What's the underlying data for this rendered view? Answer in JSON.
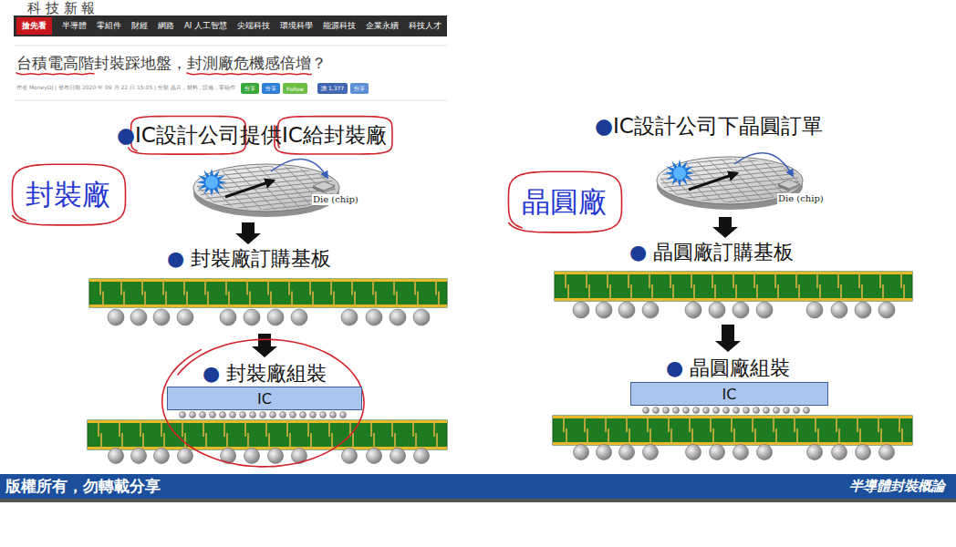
{
  "diagram": {
    "nodes": [
      {
        "text": [
          "半導體",
          "零組件",
          "財經",
          "網路",
          "AI 人工智慧",
          "尖端科技",
          "環境科學",
          "能源科技",
          "企業永續",
          "科技人才"
        ]
      },
      {
        "text": [
          "搶先看"
        ],
        "in": 0
      },
      {
        "text": [
          "分享"
        ]
      },
      {
        "text": [
          "分享"
        ]
      },
      {
        "text": [
          "Follow"
        ]
      },
      {
        "text": [
          "讚 1,377"
        ]
      },
      {
        "text": [
          "分享"
        ]
      },
      {
        "text": [
          "IC"
        ]
      },
      {
        "text": [
          "IC"
        ]
      },
      {
        "text": [
          "版權所有，勿轉載分享",
          "半導體封裝概論"
        ]
      }
    ],
    "labels": [
      "科 技 新 報",
      "台積電高階封裝踩地盤，封測廠危機感倍增？",
      "作者 MoneyDJ | 發布日期 2020 年 09 月 22 日 15:05 | 分類 晶片 , 材料 , 設備 , 零組件",
      "●IC設計公司提供IC給封裝廠",
      "封裝廠",
      "Die (chip)",
      "● 封裝廠訂購基板",
      "● 封裝廠組裝",
      "●IC設計公司下晶圓訂單",
      "晶圓廠",
      "Die (chip)",
      "● 晶圓廠訂購基板",
      "● 晶圓廠組裝"
    ]
  }
}
